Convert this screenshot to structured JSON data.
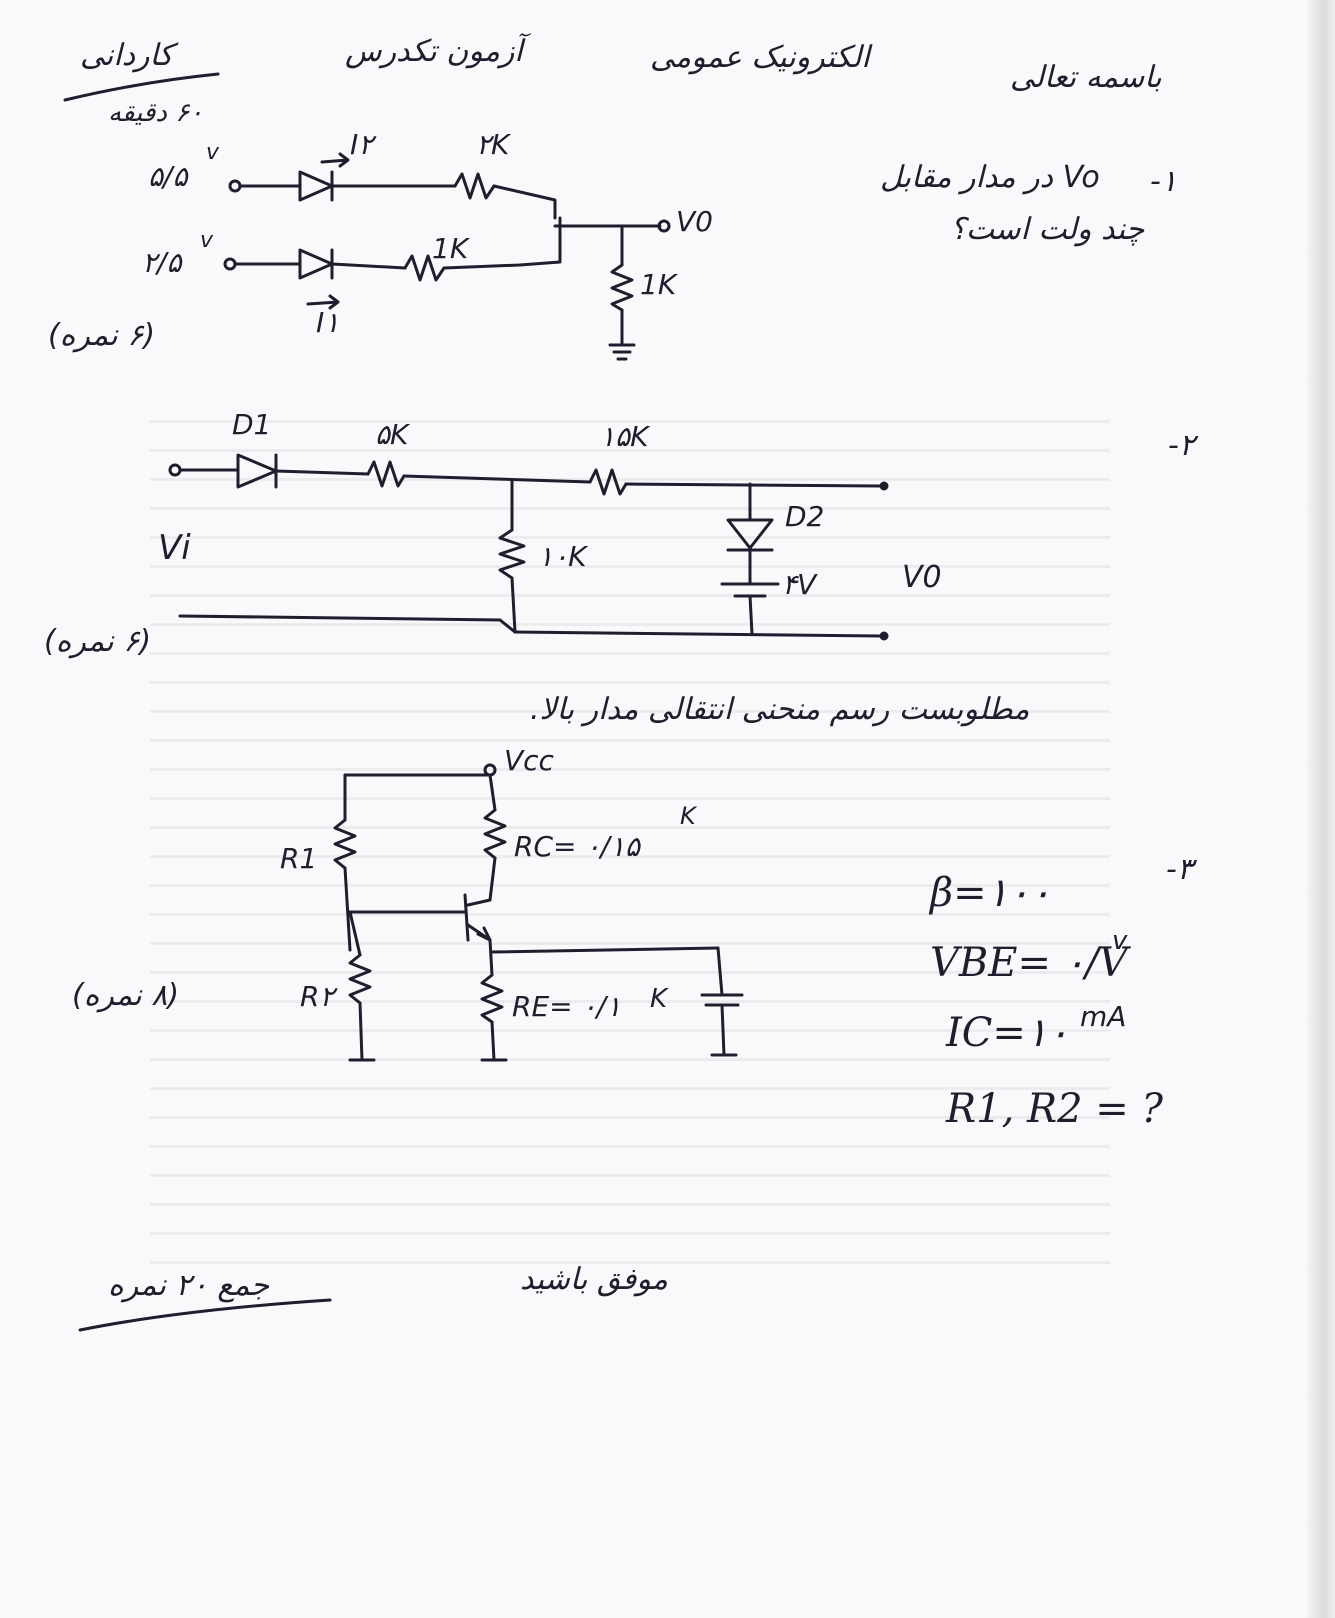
{
  "header": {
    "basmala": "باسمه تعالی",
    "course": "الکترونیک عمومی",
    "exam": "آزمون تکدرس",
    "major": "کاردانی",
    "time": "۶۰ دقیقه"
  },
  "q1": {
    "number": "-۱",
    "text_line1": "Vo در مدار مقابل",
    "text_line2": "چند ولت است؟",
    "score": "(۶ نمره)",
    "circuit": {
      "v_top": "۵/۵",
      "v_top_unit": "v",
      "v_bottom": "۲/۵",
      "v_bottom_unit": "v",
      "current_top": "I۲",
      "current_bottom": "I۱",
      "r_top": "۲K",
      "r_bottom": "1K",
      "r_load": "1K",
      "out": "V0"
    }
  },
  "q2": {
    "number": "-۲",
    "score": "(۶ نمره)",
    "task": "مطلوبست رسم منحنی انتقالی مدار بالا.",
    "circuit": {
      "d1": "D1",
      "d2": "D2",
      "r1": "۵K",
      "r2": "۱۵K",
      "r3": "۱۰K",
      "battery": "۴V",
      "vin": "Vi",
      "vout": "V0"
    }
  },
  "q3": {
    "number": "-۳",
    "score": "(۸ نمره)",
    "circuit": {
      "vcc": "Vcc",
      "r1": "R1",
      "r2": "R۲",
      "rc": "RC= ۰/۱۵",
      "rc_unit": "K",
      "re": "RE= ۰/۱",
      "re_unit": "K"
    },
    "given": {
      "beta": "β=۱۰۰",
      "vbe": "VBE= ۰/V",
      "vbe_unit": "v",
      "ic": "IC=۱۰",
      "ic_unit": "mA",
      "ask": "R1, R2 = ?"
    }
  },
  "footer": {
    "wish": "موفق باشید",
    "total": "جمع ۲۰ نمره"
  }
}
